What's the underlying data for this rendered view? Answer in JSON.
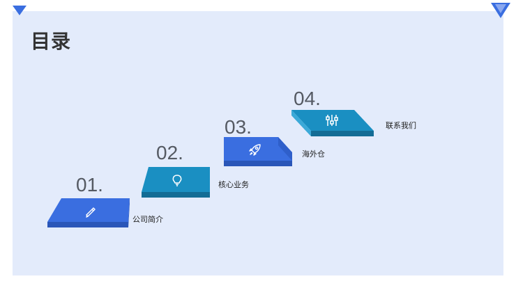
{
  "page": {
    "title": "目录"
  },
  "colors": {
    "background_panel": "#e3ebfb",
    "accent_blue": "#3a6ee0",
    "accent_teal": "#1a8fc2",
    "text_dark": "#333333",
    "number_gray": "#555a63"
  },
  "steps": [
    {
      "number": "01.",
      "label": "公司简介",
      "icon": "pencil-icon",
      "color": "#3a6ee0"
    },
    {
      "number": "02.",
      "label": "核心业务",
      "icon": "lightbulb-icon",
      "color": "#1a8fc2"
    },
    {
      "number": "03.",
      "label": "海外仓",
      "icon": "rocket-icon",
      "color": "#3a6ee0"
    },
    {
      "number": "04.",
      "label": "联系我们",
      "icon": "sliders-icon",
      "color": "#1a8fc2"
    }
  ]
}
